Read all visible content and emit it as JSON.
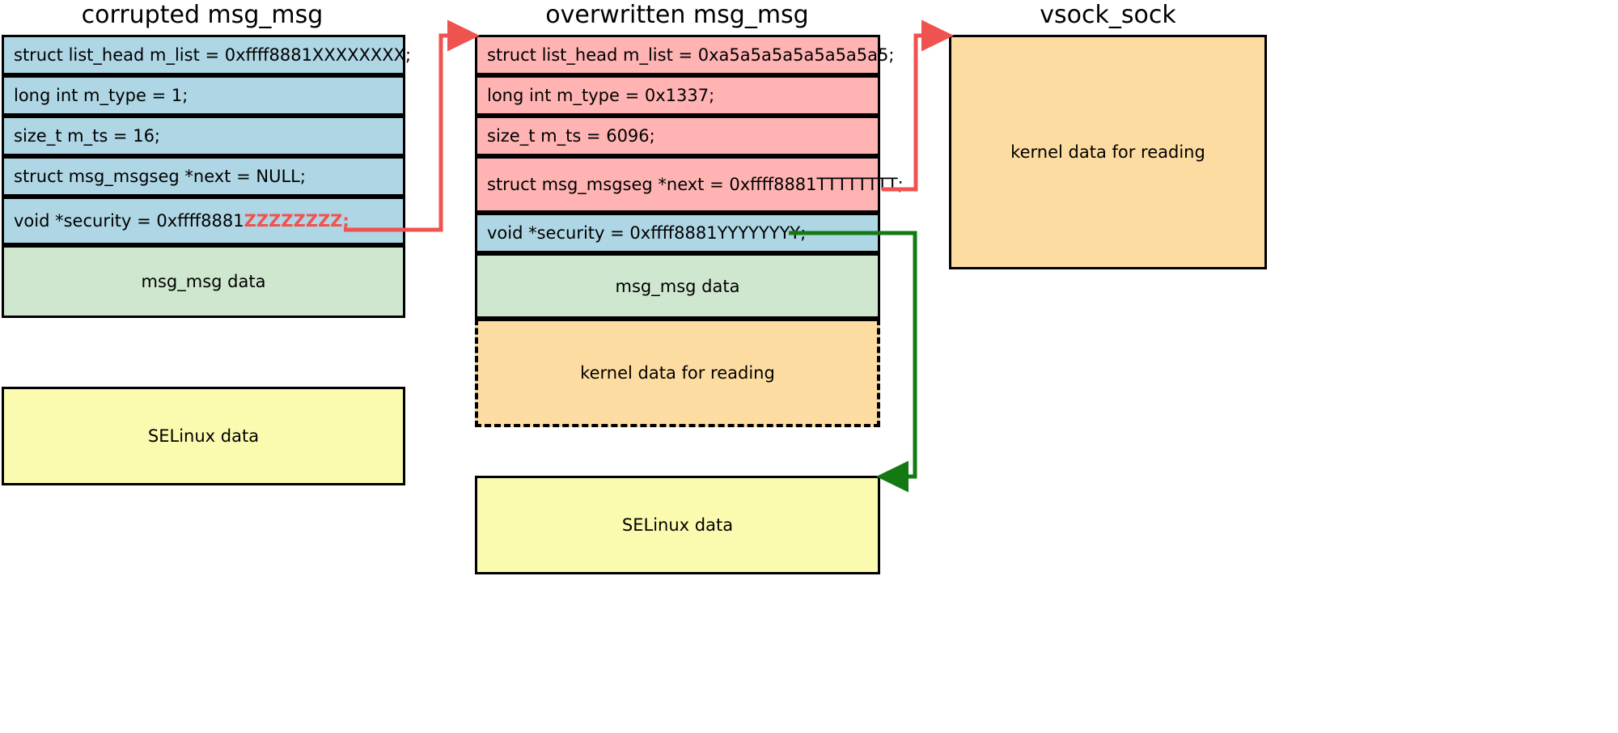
{
  "columns": [
    {
      "title": "corrupted msg_msg"
    },
    {
      "title": "overwritten msg_msg"
    },
    {
      "title": "vsock_sock"
    }
  ],
  "corrupted": {
    "fields": [
      {
        "text": "struct list_head m_list = 0xffff8881XXXXXXXX;"
      },
      {
        "text": "long int m_type = 1;"
      },
      {
        "text": "size_t m_ts = 16;"
      },
      {
        "text": "struct msg_msgseg *next = NULL;"
      }
    ],
    "security_prefix": "void *security = 0xffff8881",
    "security_corrupt": "ZZZZZZZZ;",
    "data_label": "msg_msg data",
    "selinux_label": "SELinux data"
  },
  "overwritten": {
    "fields": [
      {
        "text": "struct list_head m_list = 0xa5a5a5a5a5a5a5a5;"
      },
      {
        "text": "long int m_type = 0x1337;"
      },
      {
        "text": "size_t m_ts = 6096;"
      },
      {
        "text": "struct msg_msgseg *next = 0xffff8881TTTTTTTT;"
      }
    ],
    "security": "void *security = 0xffff8881YYYYYYYY;",
    "data_label": "msg_msg data",
    "kernel_label": "kernel data for reading",
    "selinux_label": "SELinux data"
  },
  "vsock": {
    "kernel_label": "kernel data for reading"
  },
  "colors": {
    "header": "#ffb3b3",
    "security": "#aed6e4",
    "msg_data": "#cfe7cf",
    "kernel_data": "#fcdca0",
    "selinux_data": "#fbfbaf",
    "arrow_red": "#ef5350",
    "arrow_green": "#137a13",
    "border": "#000000"
  }
}
